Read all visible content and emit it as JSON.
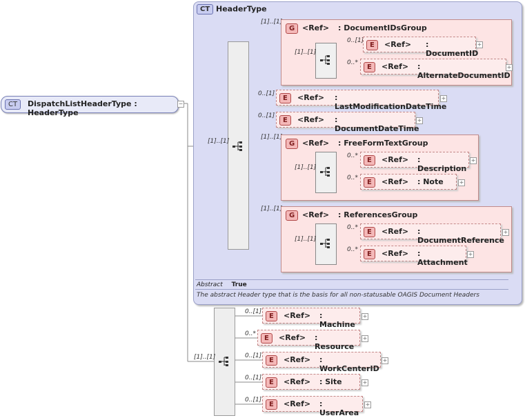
{
  "root": {
    "badge": "CT",
    "label": "DispatchListHeaderType : HeaderType"
  },
  "complex_type": {
    "badge": "CT",
    "title": "HeaderType",
    "abstract_label": "Abstract",
    "abstract_value": "True",
    "documentation": "The abstract Header type that is the basis for all non-statusable OAGIS Document Headers"
  },
  "ref_label": "<Ref>",
  "groups": [
    {
      "badge": "G",
      "name": ": DocumentIDsGroup",
      "card": "[1]..[1]",
      "seq_card": "[1]..[1]",
      "items": [
        {
          "badge": "E",
          "name": ": DocumentID",
          "card": "0..[1]"
        },
        {
          "badge": "E",
          "name": ": AlternateDocumentID",
          "card": "0..*"
        }
      ]
    },
    {
      "badge": "G",
      "name": ": FreeFormTextGroup",
      "card": "[1]..[1]",
      "seq_card": "[1]..[1]",
      "items": [
        {
          "badge": "E",
          "name": ": Description",
          "card": "0..*"
        },
        {
          "badge": "E",
          "name": ": Note",
          "card": "0..*"
        }
      ]
    },
    {
      "badge": "G",
      "name": ": ReferencesGroup",
      "card": "[1]..[1]",
      "seq_card": "[1]..[1]",
      "items": [
        {
          "badge": "E",
          "name": ": DocumentReference",
          "card": "0..*"
        },
        {
          "badge": "E",
          "name": ": Attachment",
          "card": "0..*"
        }
      ]
    }
  ],
  "header_elements": [
    {
      "badge": "E",
      "name": ": LastModificationDateTime",
      "card": "0..[1]"
    },
    {
      "badge": "E",
      "name": ": DocumentDateTime",
      "card": "0..[1]"
    }
  ],
  "main_seq_card": "[1]..[1]",
  "ext_seq_card": "[1]..[1]",
  "ext_elements": [
    {
      "badge": "E",
      "name": ": Machine",
      "card": "0..[1]"
    },
    {
      "badge": "E",
      "name": ": Resource",
      "card": "0..*"
    },
    {
      "badge": "E",
      "name": ": WorkCenterID",
      "card": "0..[1]"
    },
    {
      "badge": "E",
      "name": ": Site",
      "card": "0..[1]"
    },
    {
      "badge": "E",
      "name": ": UserArea",
      "card": "0..[1]"
    }
  ]
}
